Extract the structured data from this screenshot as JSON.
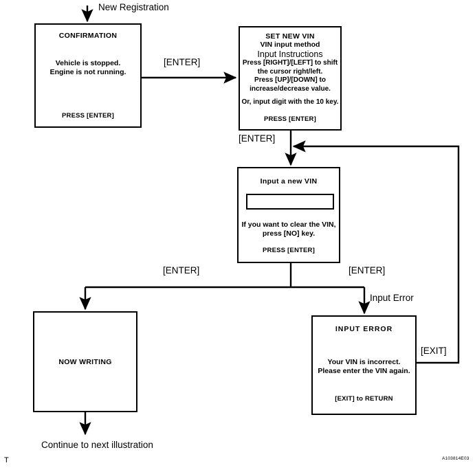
{
  "diagram": {
    "figure_code": "A103814E03",
    "corner_mark": "T",
    "entry_label": "New Registration",
    "exit_label": "Continue to next illustration"
  },
  "nodes": {
    "confirmation": {
      "title": "CONFIRMATION",
      "line1": "Vehicle is stopped.",
      "line2": "Engine is not running.",
      "footer": "PRESS [ENTER]"
    },
    "set_new_vin": {
      "title": "SET NEW VIN",
      "subtitle": "VIN input method",
      "heading": "Input Instructions",
      "line1": "Press [RIGHT]/[LEFT] to shift",
      "line2": "the cursor right/left.",
      "line3": "Press [UP]/[DOWN]  to",
      "line4": "increase/decrease value.",
      "line5": "Or, input digit with the 10 key.",
      "footer": "PRESS [ENTER]"
    },
    "input_new_vin": {
      "title": "Input a new VIN",
      "field_value": "",
      "line1": "If you want to clear the VIN,",
      "line2": "press [NO] key.",
      "footer": "PRESS [ENTER]"
    },
    "now_writing": {
      "title": "NOW WRITING"
    },
    "input_error": {
      "title": "INPUT ERROR",
      "line1": "Your VIN is incorrect.",
      "line2": "Please enter the VIN again.",
      "footer": "[EXIT] to RETURN"
    }
  },
  "edges": {
    "enter_1": "[ENTER]",
    "enter_2": "[ENTER]",
    "enter_3": "[ENTER]",
    "enter_4": "[ENTER]",
    "input_error_branch": "Input Error",
    "exit_return": "[EXIT]"
  },
  "colors": {
    "line": "#000000",
    "background": "#ffffff",
    "text": "#000000"
  }
}
